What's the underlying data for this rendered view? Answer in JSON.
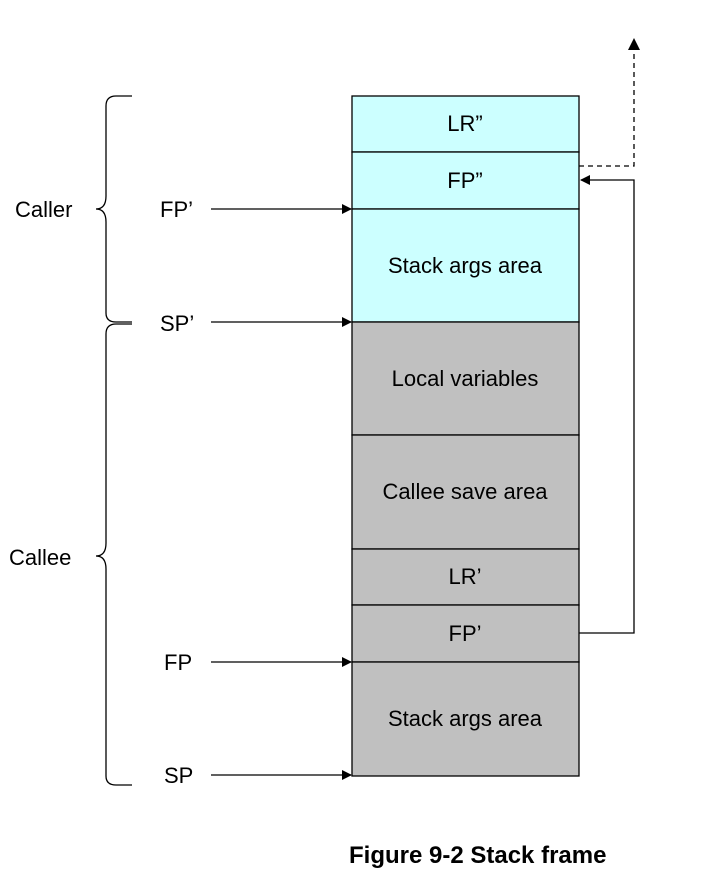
{
  "colors": {
    "caller_fill": "#ccffff",
    "callee_fill": "#c0c0c0",
    "line": "#000000"
  },
  "groups": {
    "caller": "Caller",
    "callee": "Callee"
  },
  "stack": {
    "caller_cells": [
      "LR”",
      "FP”",
      "Stack args area"
    ],
    "callee_cells": [
      "Local variables",
      "Callee save area",
      "LR’",
      "FP’",
      "Stack args area"
    ]
  },
  "pointers": {
    "fp_prev": "FP’",
    "sp_prev": "SP’",
    "fp": "FP",
    "sp": "SP"
  },
  "caption": "Figure 9-2 Stack frame"
}
